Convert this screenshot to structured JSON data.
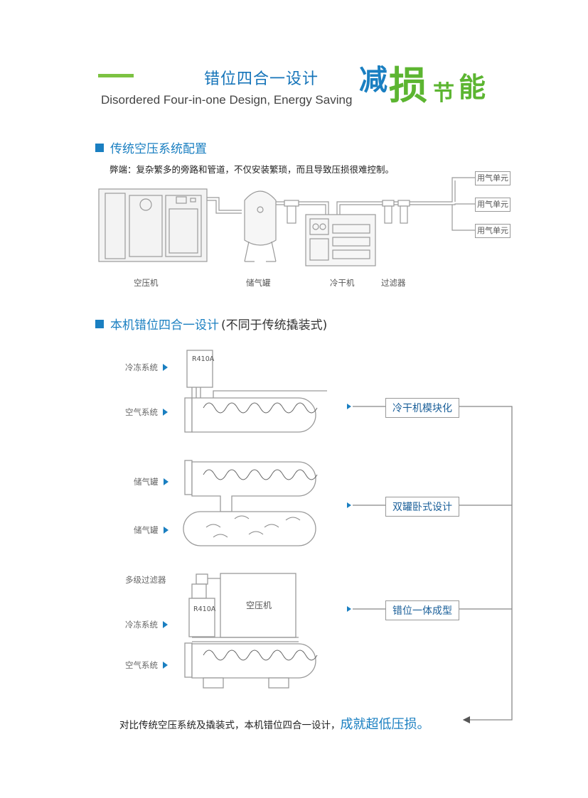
{
  "header": {
    "title_cn": "错位四合一设计",
    "title_en": "Disordered Four-in-one Design, Energy Saving",
    "slogan": [
      "减",
      "损",
      "节",
      "能"
    ],
    "accent_blue": "#1a7fc1",
    "accent_green": "#7cc242"
  },
  "section1": {
    "heading": "传统空压系统配置",
    "drawback": "弊端：复杂繁多的旁路和管道，不仅安装繁琐，而且导致压损很难控制。",
    "labels": [
      "空压机",
      "储气罐",
      "冷干机",
      "过滤器"
    ],
    "units": [
      "用气单元",
      "用气单元",
      "用气单元"
    ]
  },
  "section2": {
    "heading": "本机错位四合一设计",
    "heading_suffix": "(不同于传统撬装式)",
    "group1_labels": [
      "冷冻系统",
      "空气系统"
    ],
    "group2_labels": [
      "储气罐",
      "储气罐"
    ],
    "group3_labels": [
      "多级过滤器",
      "冷冻系统",
      "空气系统"
    ],
    "r410a": "R410A",
    "compressor": "空压机",
    "features": [
      "冷干机模块化",
      "双罐卧式设计",
      "错位一体成型"
    ]
  },
  "conclusion": {
    "text": "对比传统空压系统及撬装式，本机错位四合一设计，",
    "highlight": "成就超低压损。"
  }
}
